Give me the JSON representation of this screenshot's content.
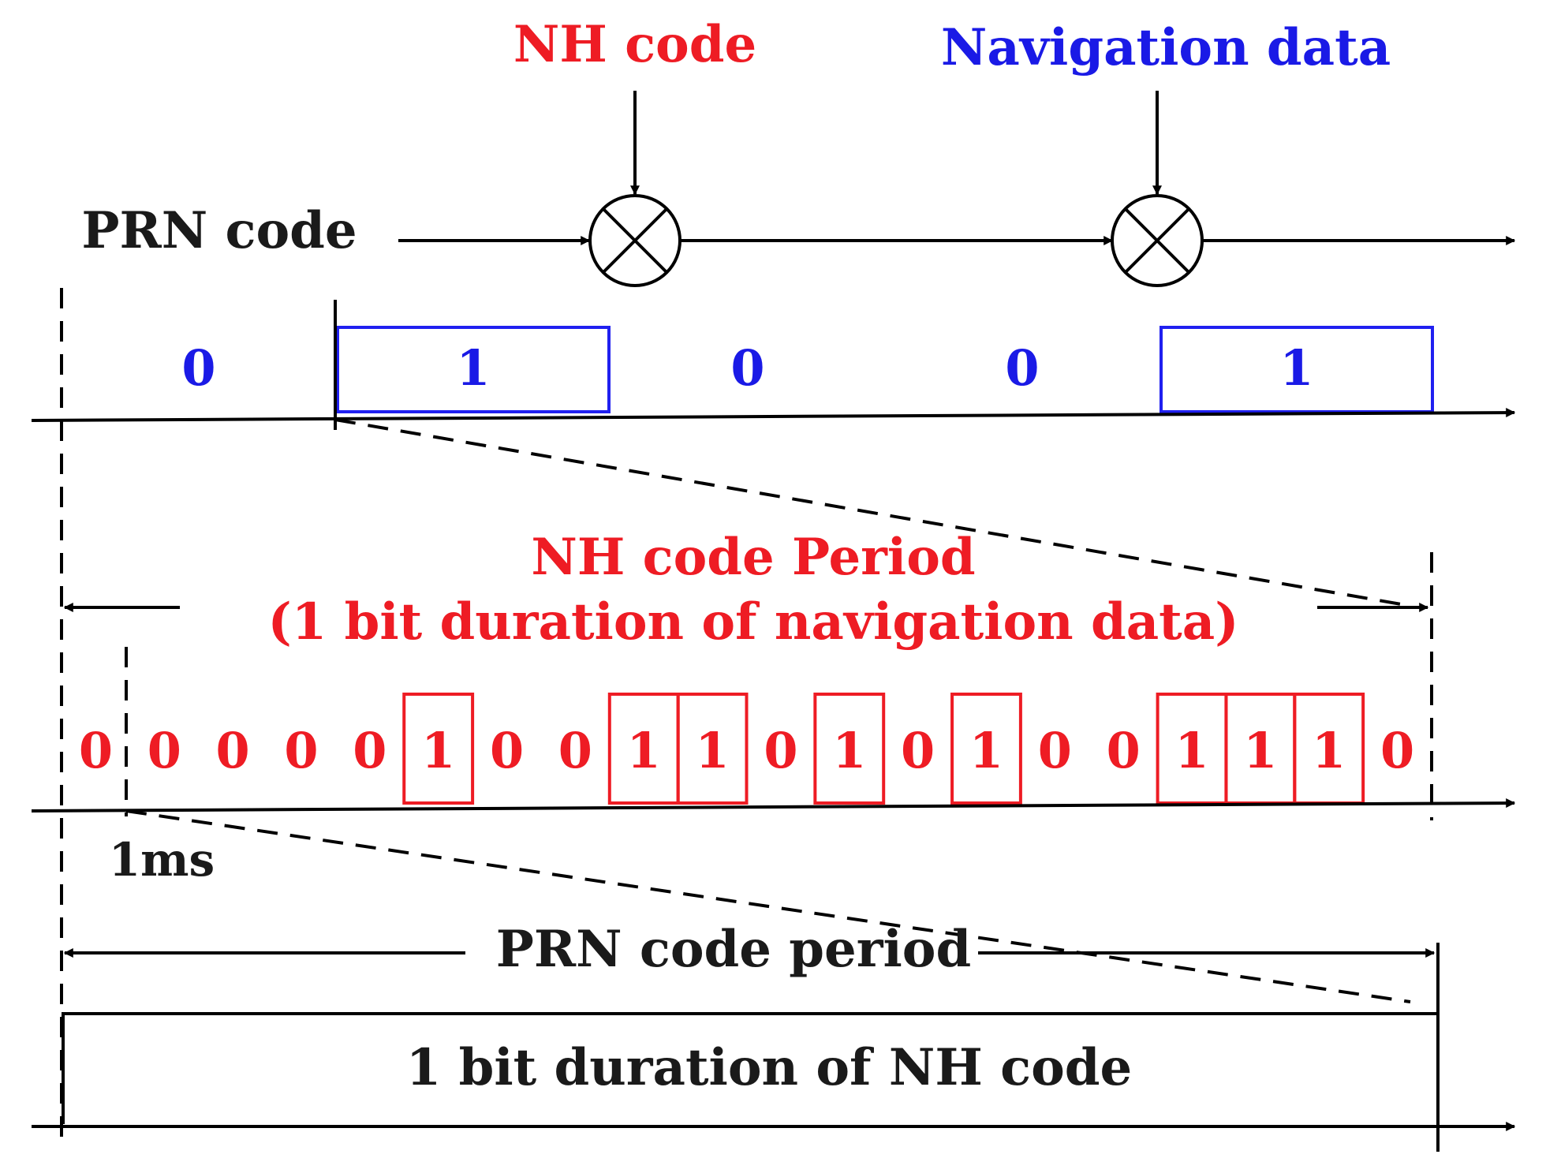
{
  "colors": {
    "nh_code": "#ee1c24",
    "navigation_data": "#1a1ae6",
    "text": "#1a1a1a",
    "lines": "#000000"
  },
  "labels": {
    "nh_code": "NH code",
    "navigation_data": "Navigation data",
    "prn_code": "PRN code",
    "nh_period_line1": "NH code Period",
    "nh_period_line2": "(1 bit duration of navigation data)",
    "one_ms": "1ms",
    "prn_code_period": "PRN code period",
    "one_bit_nh": "1 bit duration of NH code"
  },
  "icons": {
    "multiplier": "circle-times-icon"
  },
  "navigation_bits": [
    "0",
    "1",
    "0",
    "0",
    "1"
  ],
  "nh_code_bits": [
    "0",
    "0",
    "0",
    "0",
    "0",
    "1",
    "0",
    "0",
    "1",
    "1",
    "0",
    "1",
    "0",
    "1",
    "0",
    "0",
    "1",
    "1",
    "1",
    "0"
  ]
}
